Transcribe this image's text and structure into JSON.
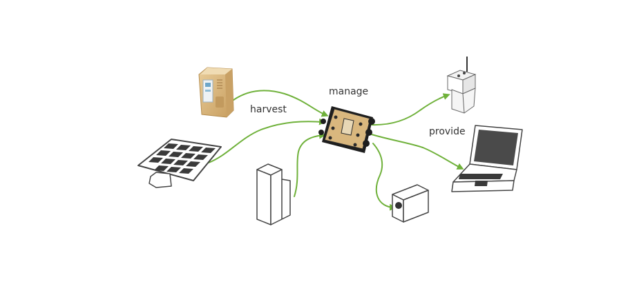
{
  "labels": {
    "harvest": "harvest",
    "manage": "manage",
    "provide": "provide"
  },
  "colors": {
    "arrow": "#6fb13a",
    "tan_device": "#d8b47a",
    "tan_dark": "#b58d4f",
    "outline": "#444444",
    "panel_cell": "#3a3a3a",
    "laptop_screen": "#4a4a4a"
  },
  "nodes": [
    {
      "name": "fuel-cell-icon"
    },
    {
      "name": "solar-panel-icon"
    },
    {
      "name": "fuel-canister-icon"
    },
    {
      "name": "power-manager-icon"
    },
    {
      "name": "radio-icon"
    },
    {
      "name": "laptop-icon"
    },
    {
      "name": "battery-box-icon"
    }
  ]
}
